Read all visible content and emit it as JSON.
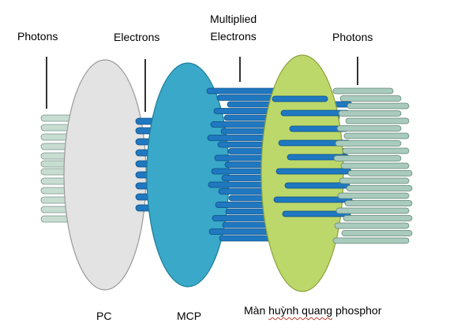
{
  "labels": {
    "photons_in": "Photons",
    "electrons": "Electrons",
    "multiplied_electrons_line1": "Multiplied",
    "multiplied_electrons_line2": "Electrons",
    "photons_out": "Photons"
  },
  "components": {
    "pc": "PC",
    "mcp": "MCP",
    "phosphor_prefix": "Màn ",
    "phosphor_underlined": "huỳnh quang",
    "phosphor_suffix": " phosphor"
  },
  "colors": {
    "pc_disk": "#e3e3e3",
    "mcp_disk": "#3aa8c8",
    "phosphor_disk": "#bdd86a",
    "photon_bar": "#c8ddd2",
    "electron_bar": "#1f78c0",
    "output_photon_bar": "#a9cbbd"
  }
}
